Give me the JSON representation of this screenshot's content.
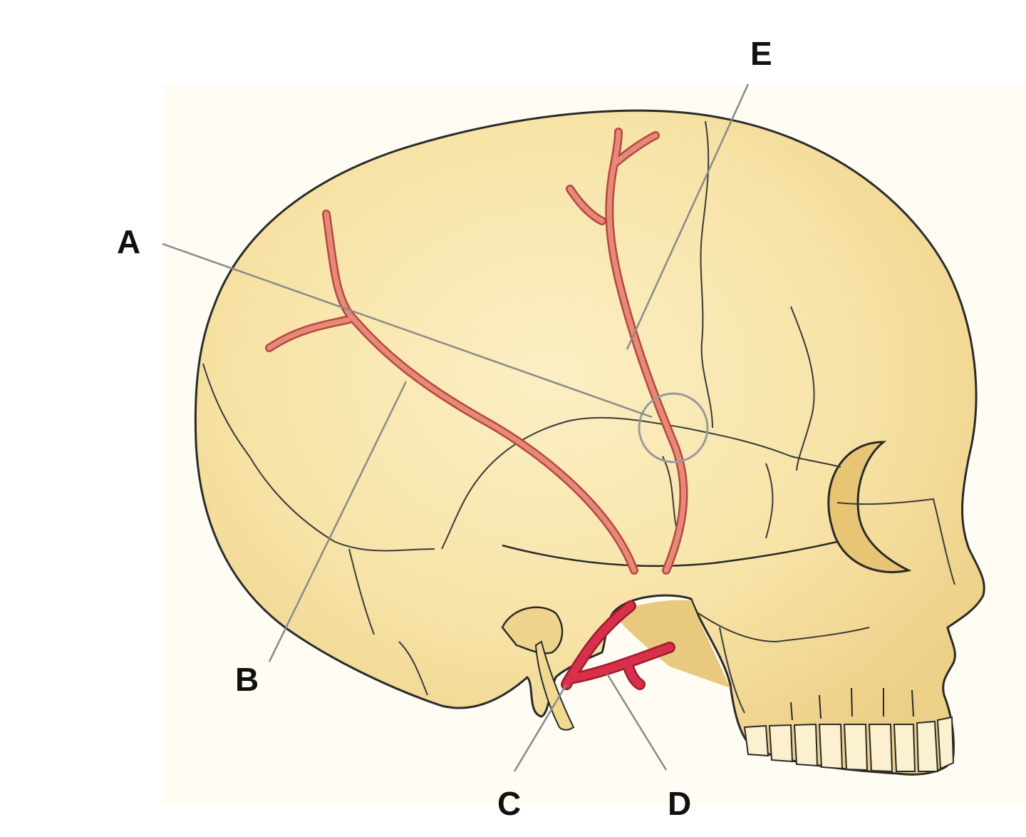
{
  "labels": {
    "a": "A",
    "b": "B",
    "c": "C",
    "d": "D",
    "e": "E"
  },
  "colors": {
    "bone": "#f7e3a6",
    "bone_shadow": "#ebc97a",
    "outline": "#2a2a2a",
    "suture": "#3a3a3a",
    "artery": "#e07a6c",
    "artery_edge": "#b8473c",
    "maxillary_artery": "#d8304a",
    "leader_line": "#8a8a8a"
  }
}
